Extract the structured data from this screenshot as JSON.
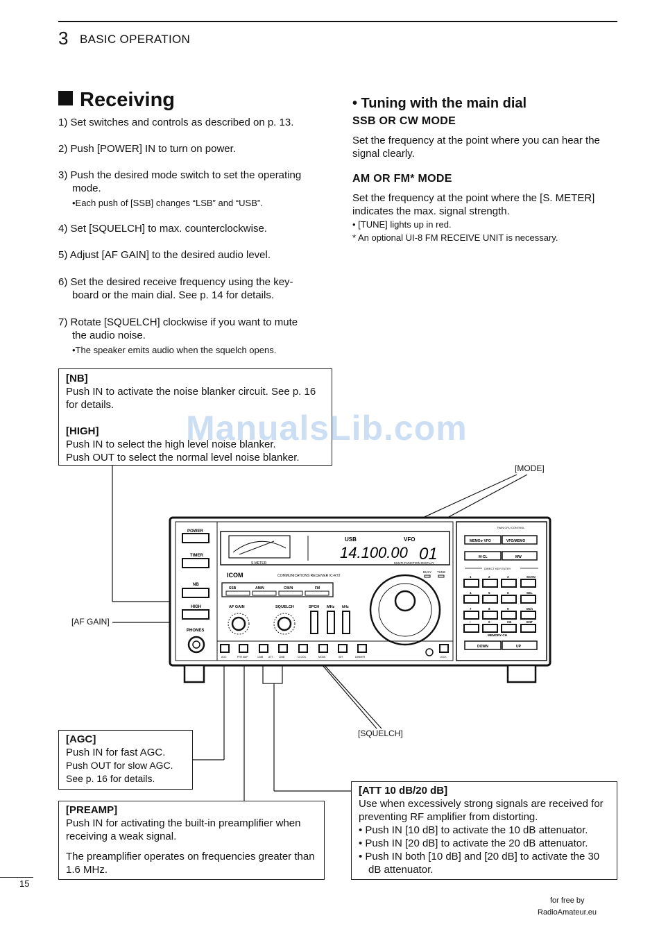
{
  "header": {
    "chapter_number": "3",
    "chapter_title": "BASIC OPERATION"
  },
  "receiving": {
    "title": "Receiving",
    "steps": [
      {
        "num": "1)",
        "text": "Set switches and controls as described on p. 13."
      },
      {
        "num": "2)",
        "text": "Push [POWER] IN to turn on power."
      },
      {
        "num": "3)",
        "text": "Push the desired mode switch to set the operating",
        "cont": "mode.",
        "note": "•Each push of [SSB] changes “LSB” and “USB”."
      },
      {
        "num": "4)",
        "text": "Set [SQUELCH] to max. counterclockwise."
      },
      {
        "num": "5)",
        "text": "Adjust [AF GAIN] to the desired audio level."
      },
      {
        "num": "6)",
        "text": "Set the desired receive frequency using the key-",
        "cont": "board or the main dial.   See p. 14 for details."
      },
      {
        "num": "7)",
        "text": "Rotate [SQUELCH] clockwise if you want to mute",
        "cont": "the audio noise.",
        "note": "•The speaker emits audio when the squelch opens."
      }
    ]
  },
  "tuning": {
    "title": "• Tuning with the main dial",
    "ssb_head": "SSB OR CW MODE",
    "ssb_text": "Set the frequency at the point where you can hear the signal clearly.",
    "am_head": "AM OR FM* MODE",
    "am_text": "Set the frequency at the point where the [S. METER] indicates the max. signal strength.",
    "note1": "• [TUNE] lights up in red.",
    "note2": "* An optional UI-8 FM RECEIVE UNIT is necessary."
  },
  "watermark": "ManualsLib.com",
  "boxes": {
    "nb": {
      "title": "[NB]",
      "text": "Push IN to activate the noise blanker circuit. See p. 16 for details.",
      "title2": "[HIGH]",
      "line1": "Push IN to select the high level noise blanker.",
      "line2": "Push OUT to select the normal level noise blanker."
    },
    "agc": {
      "title": "[AGC]",
      "line1": "Push IN for fast AGC.",
      "line2": "Push OUT for slow AGC.",
      "line3": "See p. 16 for details."
    },
    "preamp": {
      "title": "[PREAMP]",
      "text": "Push IN for activating the built-in preamplifier when receiving a weak signal.",
      "text2": "The preamplifier operates on frequencies greater than 1.6 MHz."
    },
    "att": {
      "title": "[ATT 10 dB/20 dB]",
      "text": "Use when excessively strong signals are received for preventing RF amplifier from distorting.",
      "b1": "• Push IN [10 dB] to activate the 10 dB attenuator.",
      "b2": "• Push IN [20 dB] to activate the 20 dB attenuator.",
      "b3": "• Push IN both [10 dB] and [20 dB] to activate the 30 dB attenuator."
    }
  },
  "callouts": {
    "mode": "[MODE]",
    "af_gain": "[AF GAIN]",
    "squelch": "[SQUELCH]"
  },
  "radio": {
    "power": "POWER",
    "timer": "TIMER",
    "nb": "NB",
    "high": "HIGH",
    "phones": "PHONES",
    "smeter": "S.METER",
    "brand": "ICOM",
    "model": "COMMUNICATIONS RECEIVER  IC-R72",
    "mode_display": "USB",
    "vfo_display": "VFO",
    "freq_display": "14.100.00",
    "ch_display": "01",
    "mfd": "MULTI-FUNCTION DISPLAY",
    "busy": "BUSY",
    "tune": "TUNE",
    "modes": [
      "SSB",
      "AM/N",
      "CW/N",
      "FM"
    ],
    "af_gain": "AF GAIN",
    "squelch": "SQUELCH",
    "spch": "SPCH",
    "mhz": "MHz",
    "khz": "kHz",
    "bottom_keys": [
      "AGC",
      "PRE AMP",
      "10dB",
      "ATT",
      "20dB",
      "CLOCK",
      "MODE",
      "SET",
      "DIMMER",
      "LOCK"
    ],
    "twin": "TWIN CPU CONTROL",
    "memo_vfo": "MEMO►VFO",
    "vfo_memo": "VFO/MEMO",
    "mcl": "M-CL",
    "mw": "MW",
    "dke": "DIRECT KEY ENTRY",
    "keys": [
      "1",
      "2",
      "3",
      "SCAN",
      "4",
      "5",
      "6",
      "SEL",
      "7",
      "8",
      "9",
      "Mch",
      "•",
      "0",
      "CE",
      "ENT"
    ],
    "memory_ch": "MEMORY-CH",
    "down": "DOWN",
    "up": "UP"
  },
  "page_number": "15",
  "footer": {
    "line1": "for free by",
    "line2": "RadioAmateur.eu"
  }
}
